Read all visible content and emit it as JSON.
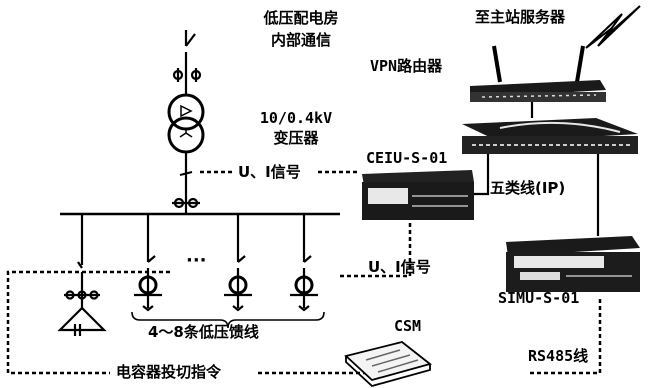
{
  "labels": {
    "station_comm": [
      "低压配电房",
      "内部通信"
    ],
    "main_server": "至主站服务器",
    "vpn_router": "VPN路由器",
    "transformer": [
      "10/0.4kV",
      "变压器"
    ],
    "ceiu": "CEIU-S-01",
    "ui_signal_top": "U、I信号",
    "cat5": "五类线(IP)",
    "ui_signal_mid": "U、I信号",
    "simu": "SIMU-S-01",
    "feeders": "4～8条低压馈线",
    "csm": "CSM",
    "rs485": "RS485线",
    "capacitor_cmd": "电容器投切指令",
    "ellipsis": "···"
  },
  "colors": {
    "line": "#000000",
    "device_dark": "#1a1a1a",
    "device_light": "#e8e8e8"
  },
  "icons": [
    "lightning-bolt-icon",
    "router-icon",
    "network-switch-icon",
    "ceiu-device-icon",
    "simu-device-icon",
    "csm-device-icon",
    "transformer-icon",
    "breaker-icon",
    "current-transformer-icon",
    "capacitor-icon"
  ]
}
